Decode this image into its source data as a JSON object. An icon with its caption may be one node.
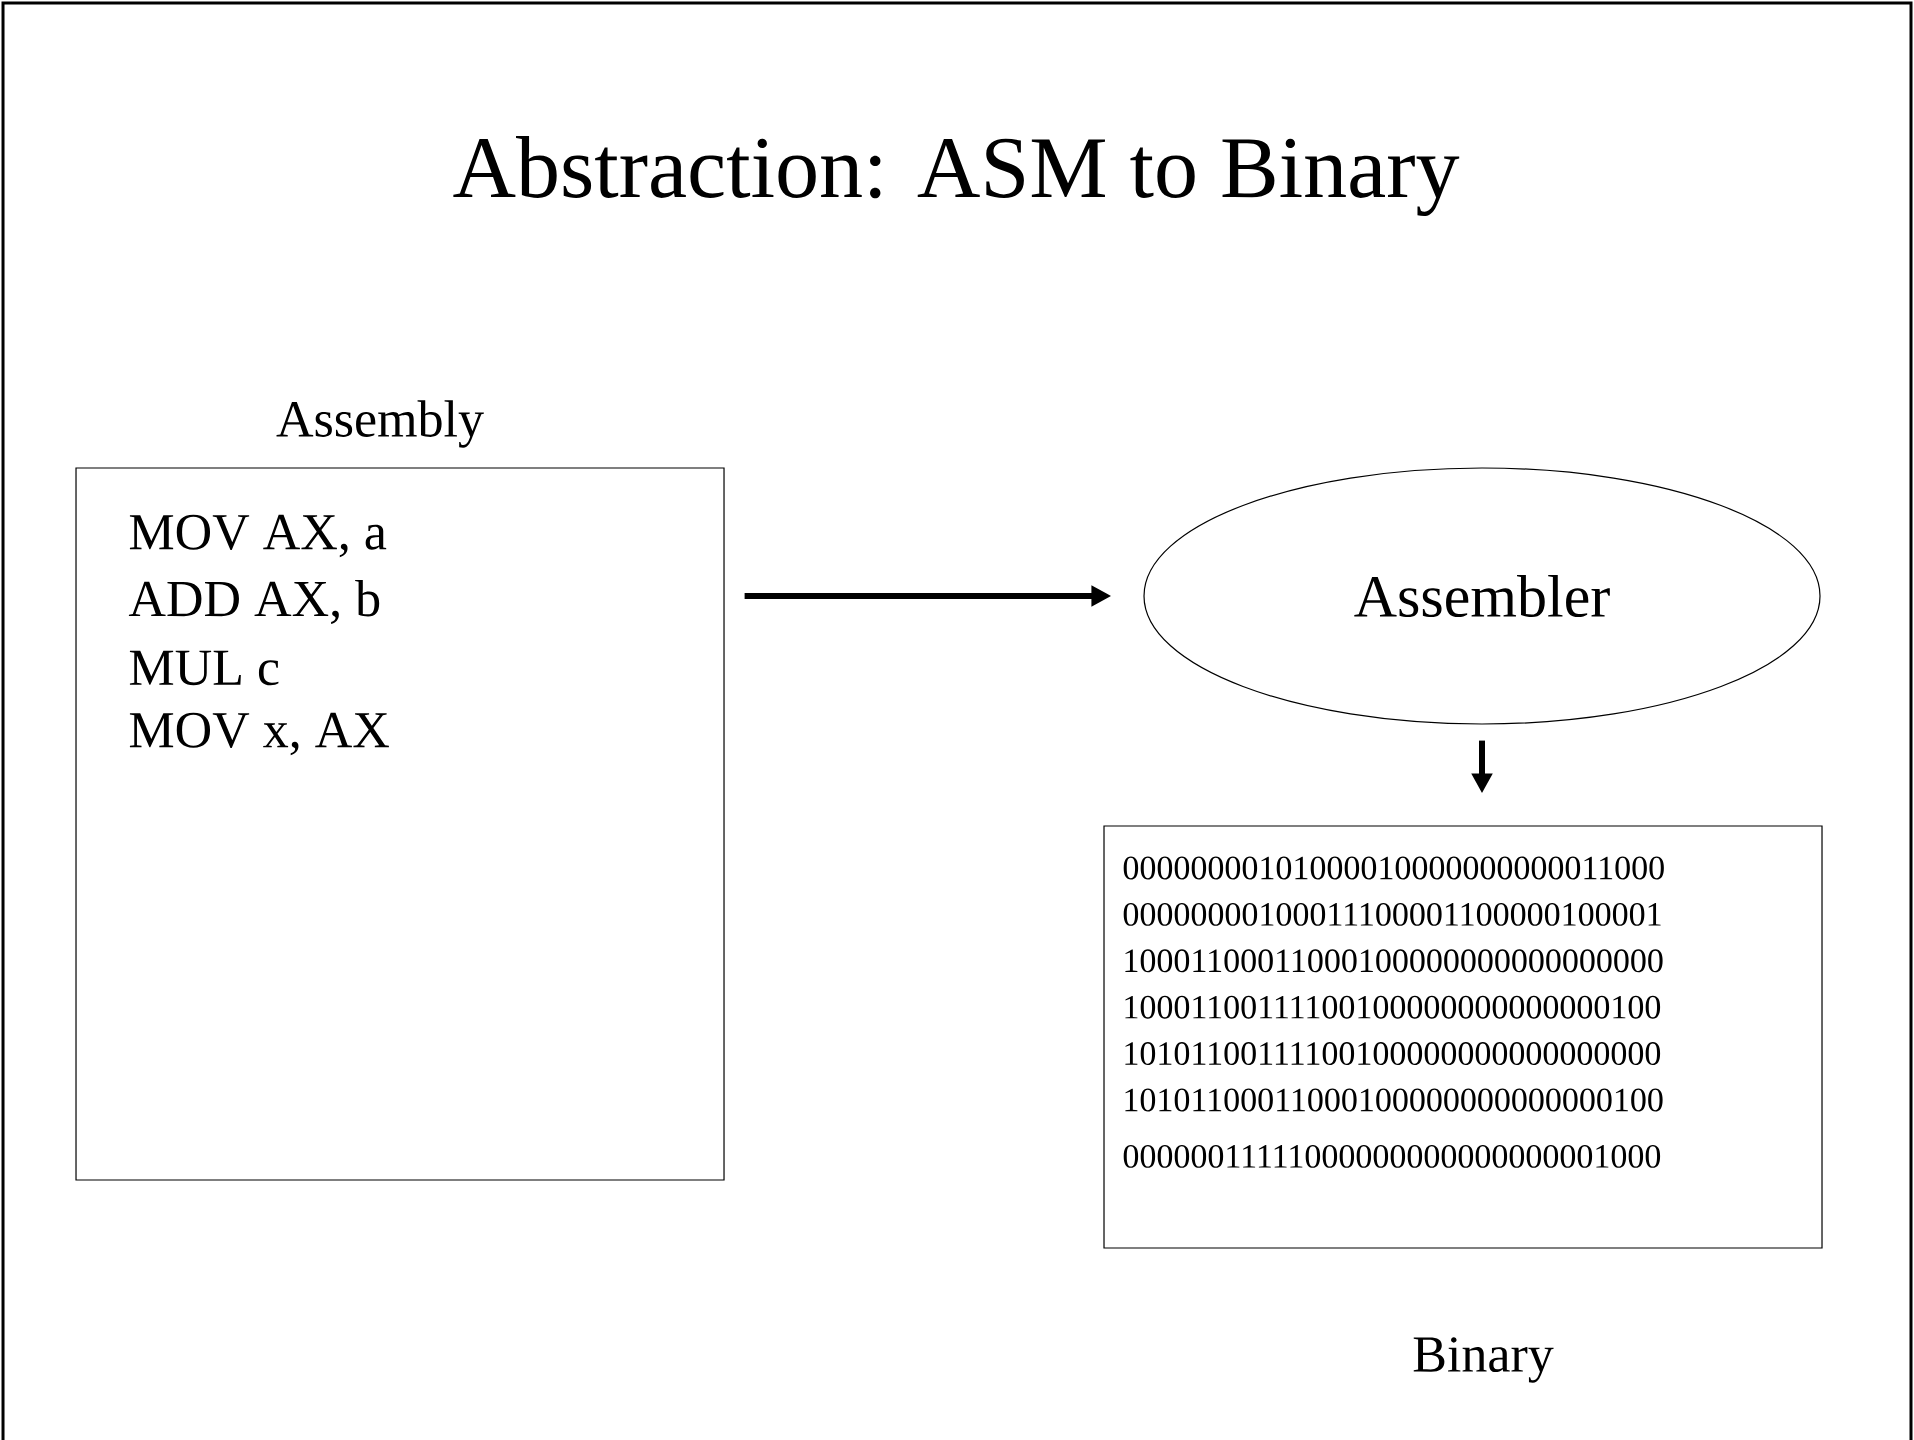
{
  "diagram": {
    "title": "Abstraction: ASM to Binary",
    "nodes": [
      {
        "text": [
          "Assembly",
          "MOV AX, a",
          "ADD AX, b",
          "MUL c",
          "MOV x, AX"
        ]
      },
      {
        "text": [
          "Assembler"
        ]
      },
      {
        "text": [
          "00000000101000010000000000011000",
          "00000000100011100001100000100001",
          "10001100011000100000000000000000",
          "10001100111100100000000000000100",
          "10101100111100100000000000000000",
          "10101100011000100000000000000100",
          "00000011111000000000000000001000",
          "Binary"
        ]
      }
    ],
    "edges": [
      {
        "from": 0,
        "to": 1,
        "arrow": "to"
      },
      {
        "from": 1,
        "to": 2,
        "arrow": "to"
      }
    ]
  }
}
